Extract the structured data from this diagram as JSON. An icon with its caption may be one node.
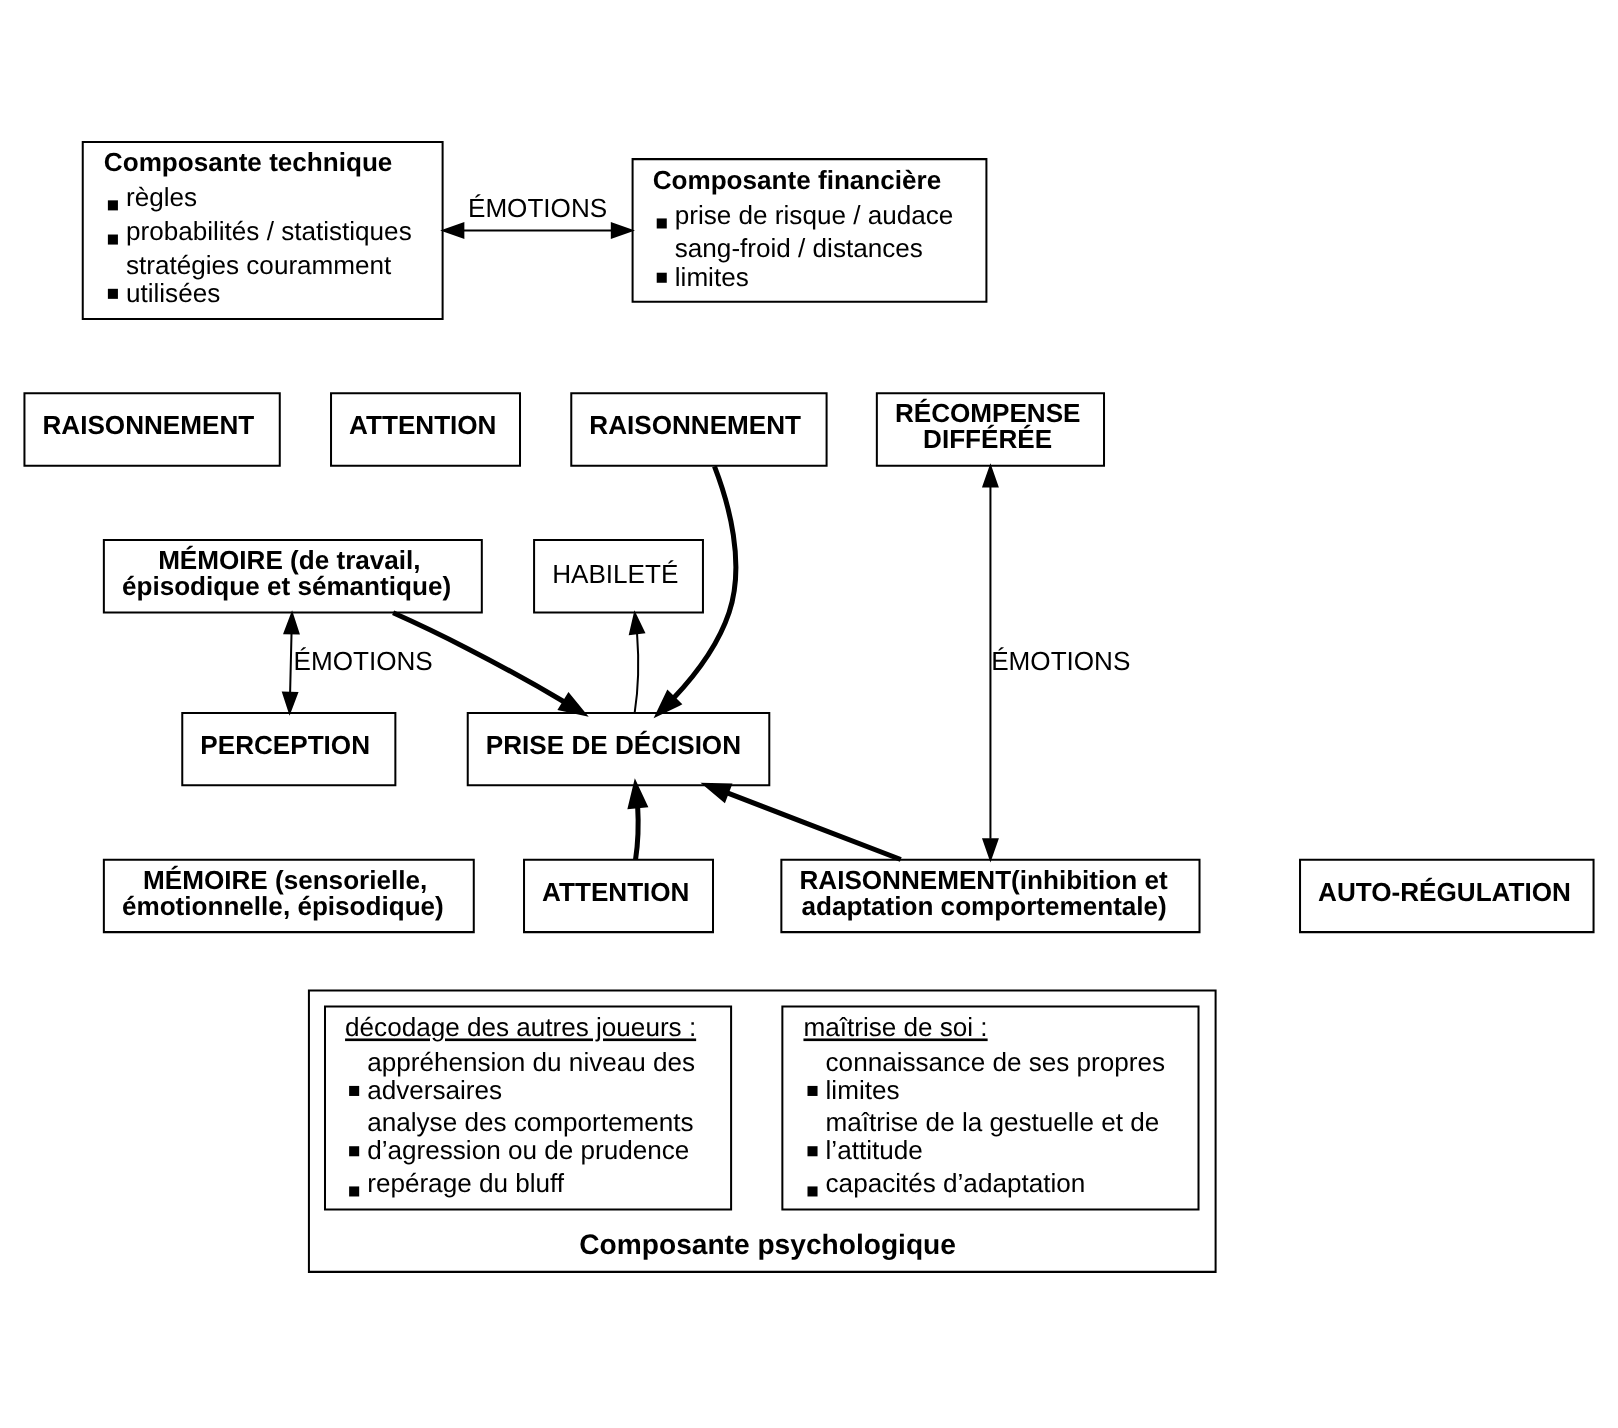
{
  "diagram": {
    "nodes": [
      {
        "text": [
          "Composante technique",
          "règles",
          "probabilités / statistiques",
          "stratégies couramment utilisées"
        ]
      },
      {
        "text": [
          "Composante financière",
          "prise de risque / audace",
          "sang-froid / distances limites"
        ]
      },
      {
        "text": [
          "RAISONNEMENT"
        ]
      },
      {
        "text": [
          "ATTENTION"
        ]
      },
      {
        "text": [
          "MÉMOIRE (de travail, épisodique et sémantique)"
        ]
      },
      {
        "text": [
          "RAISONNEMENT"
        ]
      },
      {
        "text": [
          "RÉCOMPENSE DIFFÉRÉE"
        ]
      },
      {
        "text": [
          "HABILETÉ"
        ]
      },
      {
        "text": [
          "PRISE DE DÉCISION"
        ]
      },
      {
        "text": [
          "PERCEPTION"
        ]
      },
      {
        "text": [
          "Composante psychologique"
        ]
      },
      {
        "text": [
          "MÉMOIRE (sensorielle, émotionnelle, épisodique)"
        ]
      },
      {
        "text": [
          "ATTENTION"
        ]
      },
      {
        "text": [
          "RAISONNEMENT(inhibition et adaptation comportementale)"
        ]
      },
      {
        "text": [
          "AUTO-RÉGULATION"
        ]
      },
      {
        "text": [
          "décodage des autres joueurs :",
          "appréhension du niveau des adversaires",
          "analyse des comportements d’agression ou de prudence",
          "repérage du bluff"
        ],
        "in": 10
      },
      {
        "text": [
          "maîtrise de soi :",
          "connaissance de ses propres limites",
          "maîtrise de la gestuelle et de l’attitude",
          "capacités d’adaptation"
        ],
        "in": 10
      }
    ],
    "edges": [
      {
        "from": 0,
        "to": 1,
        "arrow": "both",
        "label": "ÉMOTIONS"
      },
      {
        "from": 4,
        "to": 8,
        "arrow": "to",
        "style": "thick"
      },
      {
        "from": 5,
        "to": 8,
        "arrow": "to",
        "style": "thick"
      },
      {
        "from": 8,
        "to": 7,
        "arrow": "to"
      },
      {
        "from": 4,
        "to": 9,
        "arrow": "both",
        "label": "ÉMOTIONS"
      },
      {
        "from": 6,
        "to": 13,
        "arrow": "both",
        "label": "ÉMOTIONS"
      },
      {
        "from": 12,
        "to": 8,
        "arrow": "to",
        "style": "thick"
      },
      {
        "from": 13,
        "to": 8,
        "arrow": "to",
        "style": "thick"
      }
    ]
  }
}
